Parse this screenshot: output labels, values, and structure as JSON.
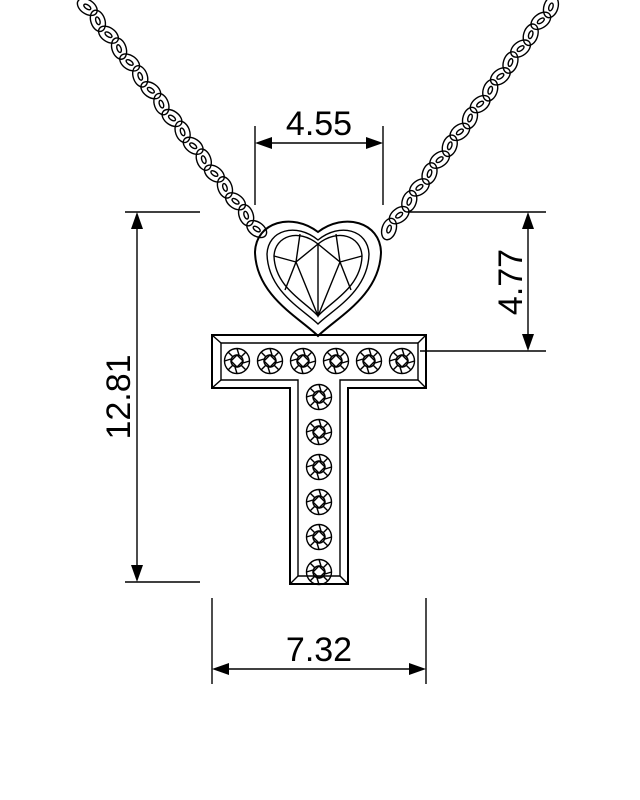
{
  "dimensions": {
    "heart_width": "4.55",
    "heart_height": "4.77",
    "total_height": "12.81",
    "total_width": "7.32"
  },
  "colors": {
    "line": "#000000",
    "background": "#ffffff"
  }
}
